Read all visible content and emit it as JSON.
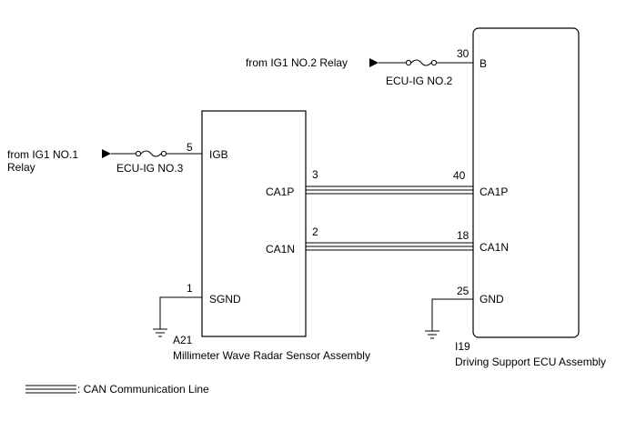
{
  "sources": {
    "ig1_no2": "from IG1 NO.2 Relay",
    "ig1_no1_line1": "from IG1 NO.1",
    "ig1_no1_line2": "Relay"
  },
  "fuses": {
    "ecu_ig_no2": "ECU-IG NO.2",
    "ecu_ig_no3": "ECU-IG NO.3"
  },
  "radar_sensor": {
    "code": "A21",
    "name": "Millimeter Wave Radar Sensor Assembly",
    "pins": [
      {
        "num": "5",
        "label": "IGB"
      },
      {
        "num": "3",
        "label": "CA1P"
      },
      {
        "num": "2",
        "label": "CA1N"
      },
      {
        "num": "1",
        "label": "SGND"
      }
    ]
  },
  "driving_ecu": {
    "code": "I19",
    "name": "Driving Support ECU Assembly",
    "pins": [
      {
        "num": "30",
        "label": "B"
      },
      {
        "num": "40",
        "label": "CA1P"
      },
      {
        "num": "18",
        "label": "CA1N"
      },
      {
        "num": "25",
        "label": "GND"
      }
    ]
  },
  "legend": {
    "can_line": ": CAN Communication Line"
  }
}
